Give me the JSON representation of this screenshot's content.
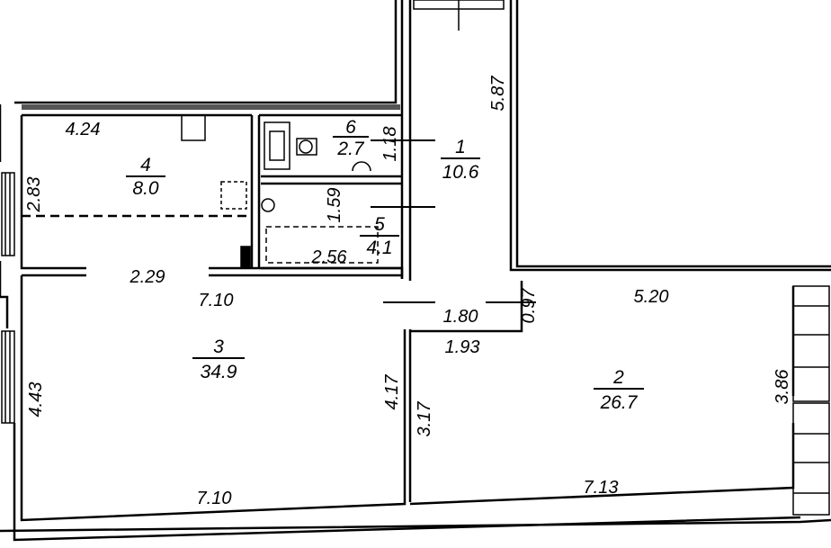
{
  "rooms": [
    {
      "number": "1",
      "area": "10.6"
    },
    {
      "number": "2",
      "area": "26.7"
    },
    {
      "number": "3",
      "area": "34.9"
    },
    {
      "number": "4",
      "area": "8.0"
    },
    {
      "number": "5",
      "area": "4.1"
    },
    {
      "number": "6",
      "area": "2.7"
    }
  ],
  "dimensions": {
    "corridor_height": "5.87",
    "room6_height": "1.18",
    "room4_width": "4.24",
    "room4_height": "2.83",
    "room5_height": "1.59",
    "room5_width": "2.56",
    "opening_width": "2.29",
    "living_top_width": "7.10",
    "living_bottom_width": "7.10",
    "living_left_height": "4.43",
    "living_right_height": "4.17",
    "corridor_opening": "1.80",
    "corridor_step": "0.97",
    "bed_top_width": "5.20",
    "bed_top_left": "1.93",
    "bed_left_height": "3.17",
    "bed_right_height": "3.86",
    "bed_bottom_width": "7.13"
  }
}
